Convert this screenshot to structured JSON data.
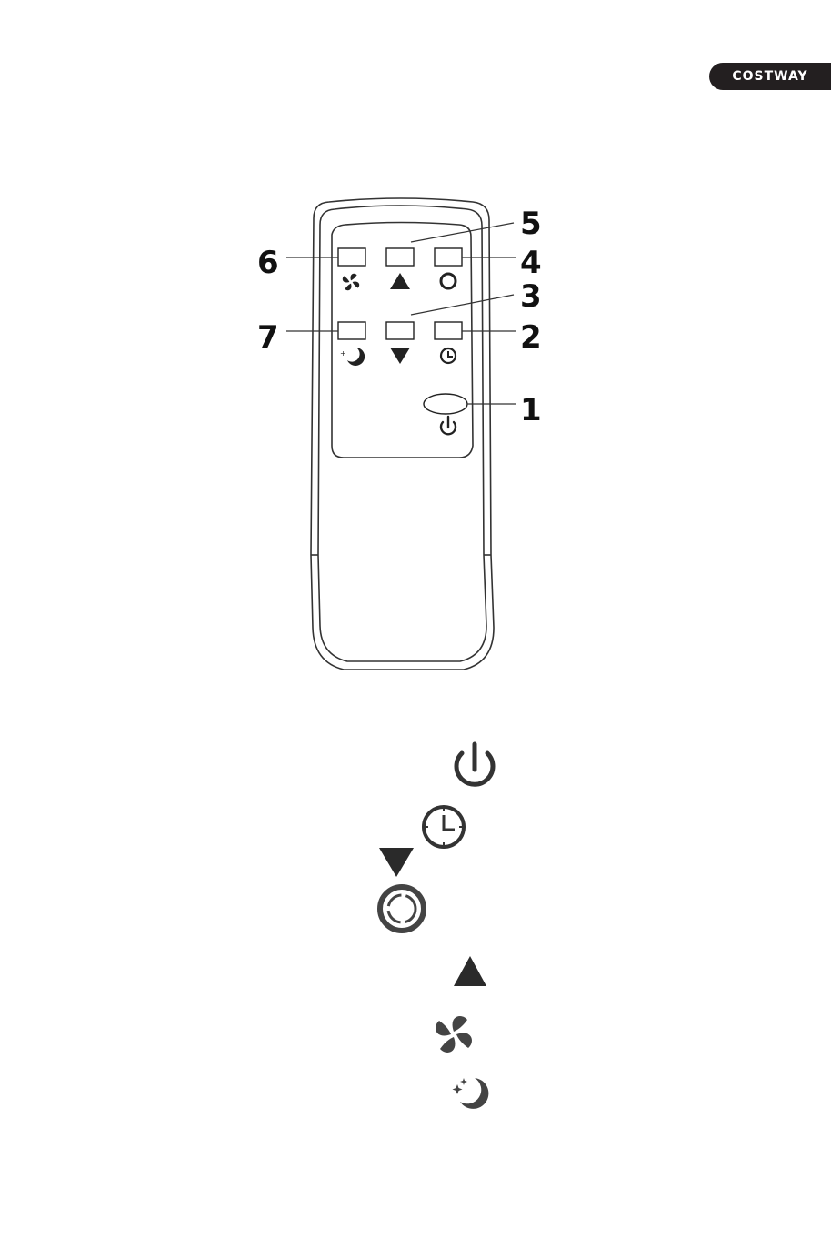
{
  "brand": {
    "name": "COSTWAY",
    "color": "#231f20"
  },
  "callouts": [
    "1",
    "2",
    "3",
    "4",
    "5",
    "6",
    "7"
  ],
  "remote_buttons": [
    {
      "number": "1",
      "icon": "power-icon"
    },
    {
      "number": "2",
      "icon": "timer-icon"
    },
    {
      "number": "3",
      "icon": "arrow-down-icon"
    },
    {
      "number": "4",
      "icon": "mode-icon"
    },
    {
      "number": "5",
      "icon": "arrow-up-icon"
    },
    {
      "number": "6",
      "icon": "fan-icon"
    },
    {
      "number": "7",
      "icon": "sleep-icon"
    }
  ],
  "legend_icons": [
    "power-icon",
    "timer-icon",
    "arrow-down-icon",
    "mode-icon",
    "arrow-up-icon",
    "fan-icon",
    "sleep-icon"
  ]
}
